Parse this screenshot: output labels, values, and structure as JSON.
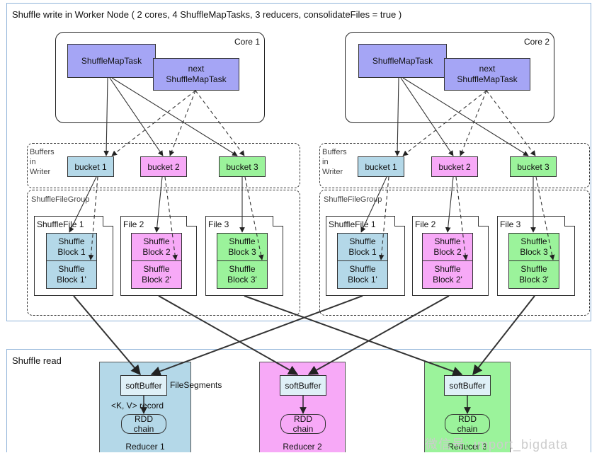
{
  "write_section": {
    "title": "Shuffle write in Worker Node ( 2 cores, 4 ShuffleMapTasks, 3 reducers, consolidateFiles = true )"
  },
  "nodes": [
    {
      "core_label": "Core 1",
      "task_label": "ShuffleMapTask",
      "next_task_label": "next\nShuffleMapTask",
      "buffers_label": "Buffers\nin\nWriter",
      "buckets": [
        "bucket 1",
        "bucket 2",
        "bucket 3"
      ],
      "group_label": "ShuffleFileGroup",
      "files": [
        {
          "label": "ShuffleFile 1",
          "blocks": [
            "Shuffle\nBlock 1",
            "Shuffle\nBlock 1'"
          ]
        },
        {
          "label": "File 2",
          "blocks": [
            "Shuffle\nBlock 2",
            "Shuffle\nBlock 2'"
          ]
        },
        {
          "label": "File 3",
          "blocks": [
            "Shuffle\nBlock 3",
            "Shuffle\nBlock 3'"
          ]
        }
      ]
    },
    {
      "core_label": "Core 2",
      "task_label": "ShuffleMapTask",
      "next_task_label": "next\nShuffleMapTask",
      "buffers_label": "Buffers\nin\nWriter",
      "buckets": [
        "bucket 1",
        "bucket 2",
        "bucket 3"
      ],
      "group_label": "ShuffleFileGroup",
      "files": [
        {
          "label": "ShuffleFile 1",
          "blocks": [
            "Shuffle\nBlock 1",
            "Shuffle\nBlock 1'"
          ]
        },
        {
          "label": "File 2",
          "blocks": [
            "Shuffle\nBlock 2",
            "Shuffle\nBlock 2'"
          ]
        },
        {
          "label": "File 3",
          "blocks": [
            "Shuffle\nBlock 3",
            "Shuffle\nBlock 3'"
          ]
        }
      ]
    }
  ],
  "read_section": {
    "title": "Shuffle read",
    "file_segments_label": "FileSegments",
    "record_label": "<K, V> record",
    "reducers": [
      {
        "soft_buffer": "softBuffer",
        "rdd": "RDD\nchain",
        "label": "Reducer 1"
      },
      {
        "soft_buffer": "softBuffer",
        "rdd": "RDD\nchain",
        "label": "Reducer 2"
      },
      {
        "soft_buffer": "softBuffer",
        "rdd": "RDD\nchain",
        "label": "Reducer 3"
      }
    ]
  },
  "watermark": "微信号: import_bigdata",
  "colors": {
    "task": "#a5a5f5",
    "blue": "#b4d8e8",
    "pink": "#f7a9f7",
    "green": "#9bf39b"
  }
}
